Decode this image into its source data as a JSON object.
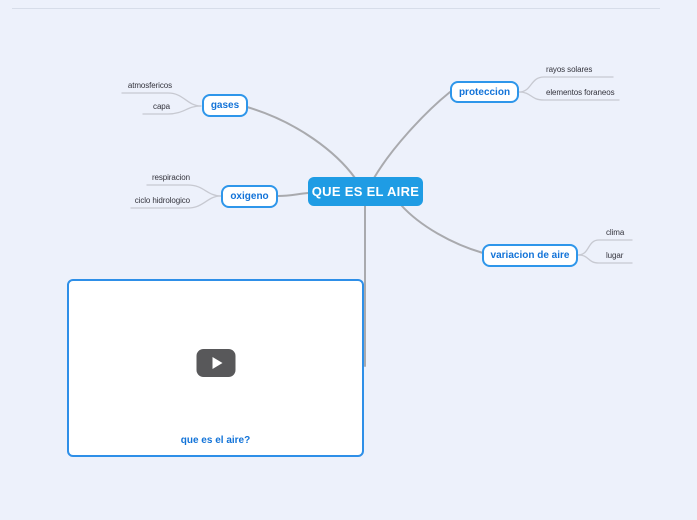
{
  "map": {
    "root": {
      "label": "QUE ES EL AIRE"
    },
    "branches": [
      {
        "label": "gases",
        "children": [
          "atmosfericos",
          "capa"
        ]
      },
      {
        "label": "oxigeno",
        "children": [
          "respiracion",
          "ciclo hidrologico"
        ]
      },
      {
        "label": "proteccion",
        "children": [
          "rayos solares",
          "elementos foraneos"
        ]
      },
      {
        "label": "variacion de aire",
        "children": [
          "clima",
          "lugar"
        ]
      }
    ]
  },
  "video": {
    "caption": "que es el aire?",
    "play_icon": "play-button"
  },
  "colors": {
    "background": "#edf1fb",
    "root_fill": "#1f9ce4",
    "root_text": "#ffffff",
    "node_border": "#2e96ea",
    "node_text": "#1273d8",
    "leaf_text": "#34343d",
    "branch_connector": "#a9aaae",
    "leaf_connector": "#c7c9d1",
    "video_border": "#2e8fe8",
    "play_button": "#58585a"
  }
}
